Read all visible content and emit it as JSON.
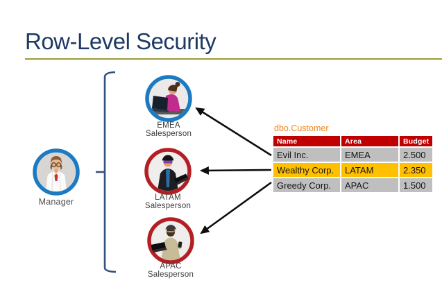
{
  "slide": {
    "title": "Row-Level Security",
    "title_color": "#1E3A64",
    "accent_line_color": "#9A9B35",
    "bracket_color": "#32517E",
    "arrow_color": "#0E0E0E"
  },
  "manager": {
    "label": "Manager",
    "ring_color": "#1B7AC2"
  },
  "salespersons": [
    {
      "region": "EMEA",
      "role": "Salesperson",
      "ring_color": "#1B7AC2"
    },
    {
      "region": "LATAM",
      "role": "Salesperson",
      "ring_color": "#B31F24"
    },
    {
      "region": "APAC",
      "role": "Salesperson",
      "ring_color": "#B31F24"
    }
  ],
  "table": {
    "label": "dbo.Customer",
    "label_color": "#F0861D",
    "header_bg": "#C00000",
    "row_gray_bg": "#BFBFBF",
    "row_highlight_bg": "#FFC000",
    "columns": [
      "Name",
      "Area",
      "Budget"
    ],
    "rows": [
      {
        "name": "Evil Inc.",
        "area": "EMEA",
        "budget": "2.500"
      },
      {
        "name": "Wealthy Corp.",
        "area": "LATAM",
        "budget": "2.350"
      },
      {
        "name": "Greedy Corp.",
        "area": "APAC",
        "budget": "1.500"
      }
    ]
  }
}
